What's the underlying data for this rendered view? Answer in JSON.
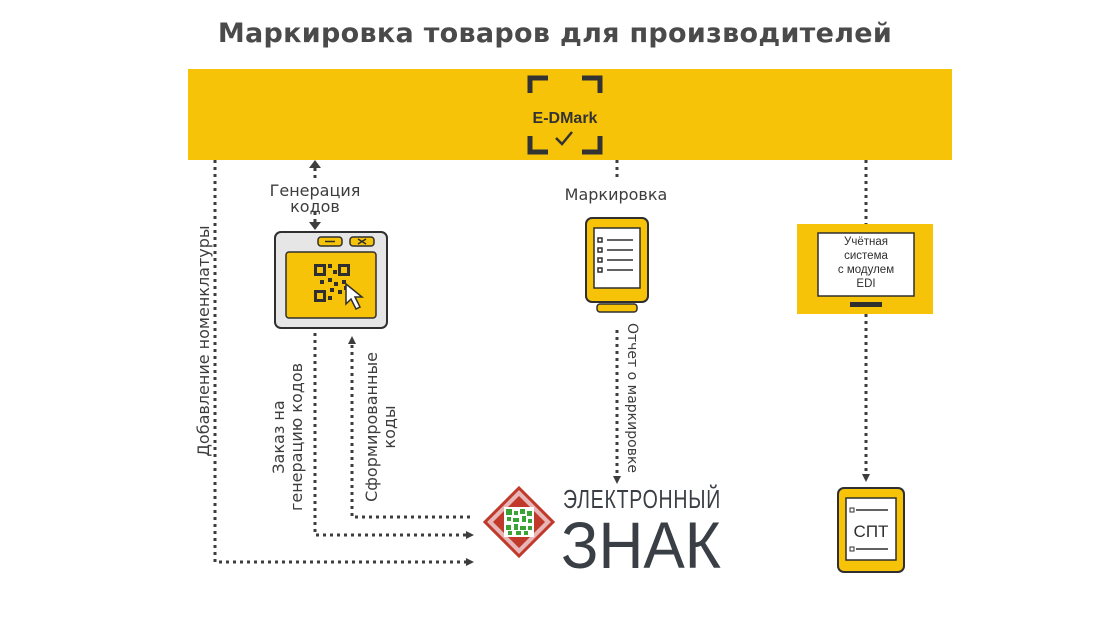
{
  "title": "Маркировка товаров для производителей",
  "logo": {
    "text": "E-DMark"
  },
  "labels": {
    "generation_line1": "Генерация",
    "generation_line2": "кодов",
    "marking": "Маркировка",
    "nomenclature": "Добавление номенклатуры",
    "order_line1": "Заказ на",
    "order_line2": "генерацию кодов",
    "formed_line1": "Сформированные",
    "formed_line2": "коды",
    "report": "Отчет о маркировке"
  },
  "accounting_system": {
    "line1": "Учётная",
    "line2": "система",
    "line3": "с модулем",
    "line4": "EDI"
  },
  "spt": {
    "label": "СПТ"
  },
  "znak": {
    "line1": "ЭЛЕКТРОННЫЙ",
    "line2": "ЗНАК"
  },
  "colors": {
    "yellow": "#f6c308",
    "dark": "#2f2f2f",
    "grey": "#3d3d3d",
    "green": "#3aa335",
    "red": "#c0392b"
  }
}
